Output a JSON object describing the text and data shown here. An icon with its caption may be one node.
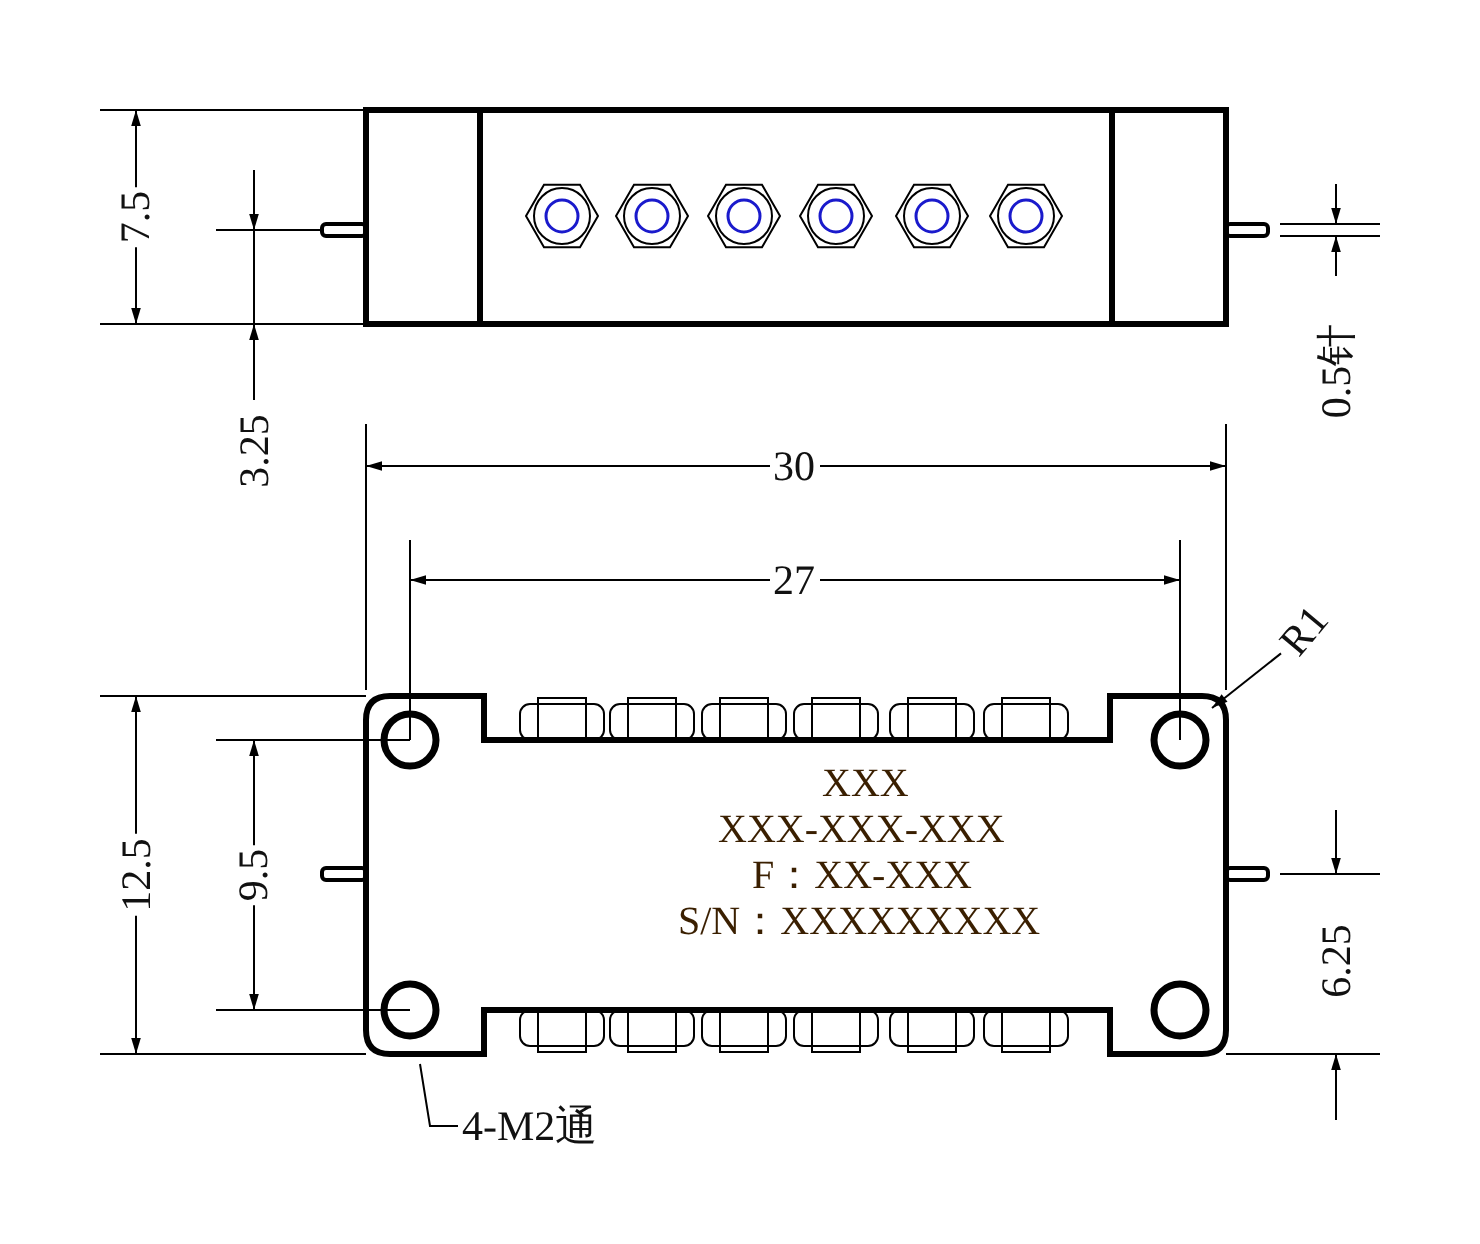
{
  "diagram": {
    "nodes": [
      {
        "text": [
          "R1"
        ]
      },
      {
        "text": [
          "4-M2通"
        ]
      }
    ],
    "edges": [
      {
        "from": 0,
        "to": null,
        "arrow": "to"
      },
      {
        "from": 1,
        "to": null,
        "arrow": "none"
      }
    ],
    "labels": [
      "7.5",
      "3.25",
      "0.5针",
      "30",
      "27",
      "12.5",
      "9.5",
      "6.25",
      "XXX",
      "XXX-XXX-XXX",
      "F：XX-XXX",
      "S/N：XXXXXXXXX"
    ]
  }
}
